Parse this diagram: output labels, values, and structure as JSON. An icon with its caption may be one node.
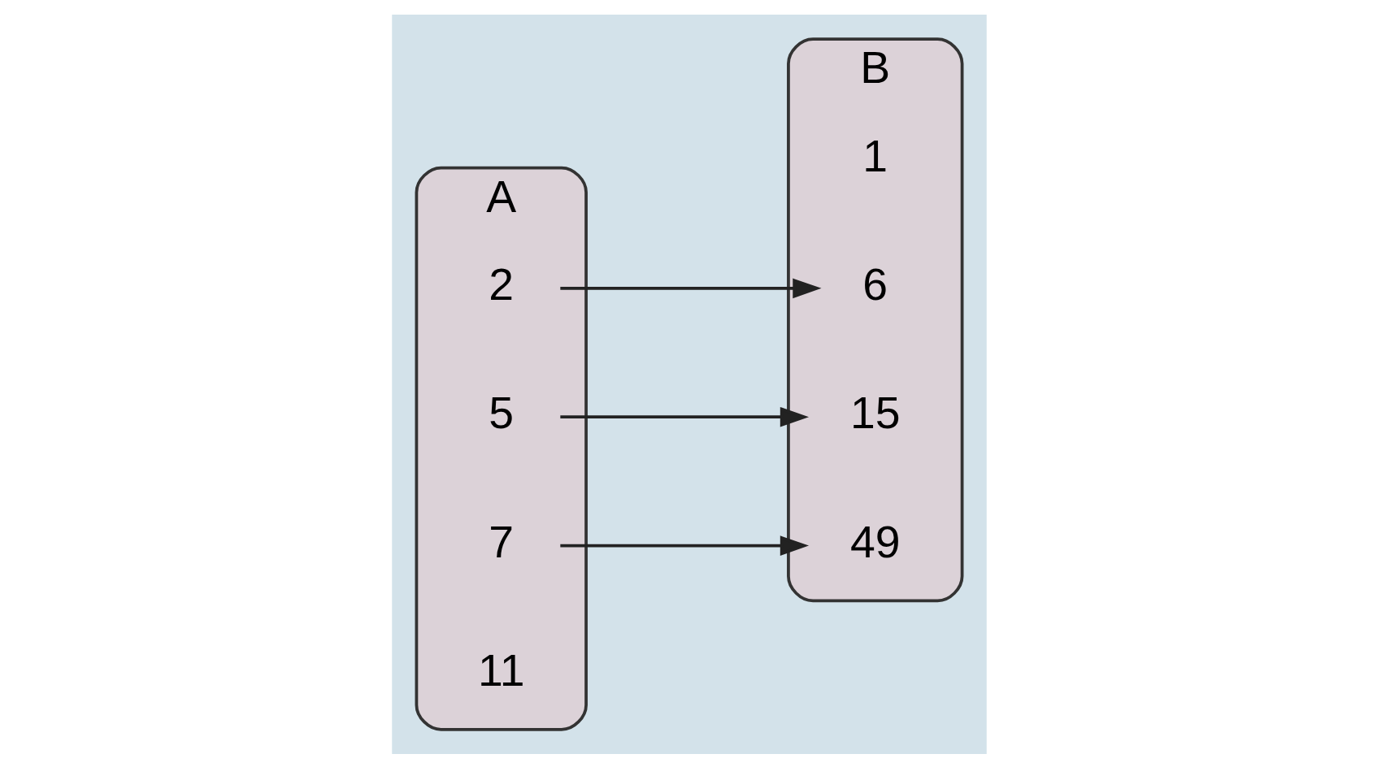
{
  "diagram": {
    "nodes": [
      {
        "text": [
          "A"
        ]
      },
      {
        "text": [
          "2"
        ],
        "in": 0
      },
      {
        "text": [
          "5"
        ],
        "in": 0
      },
      {
        "text": [
          "7"
        ],
        "in": 0
      },
      {
        "text": [
          "11"
        ],
        "in": 0
      },
      {
        "text": [
          "B"
        ]
      },
      {
        "text": [
          "1"
        ],
        "in": 5
      },
      {
        "text": [
          "6"
        ],
        "in": 5
      },
      {
        "text": [
          "15"
        ],
        "in": 5
      },
      {
        "text": [
          "49"
        ],
        "in": 5
      }
    ],
    "edges": [
      {
        "from": 1,
        "to": 7,
        "arrow": "to"
      },
      {
        "from": 2,
        "to": 8,
        "arrow": "to"
      },
      {
        "from": 3,
        "to": 9,
        "arrow": "to"
      }
    ]
  }
}
